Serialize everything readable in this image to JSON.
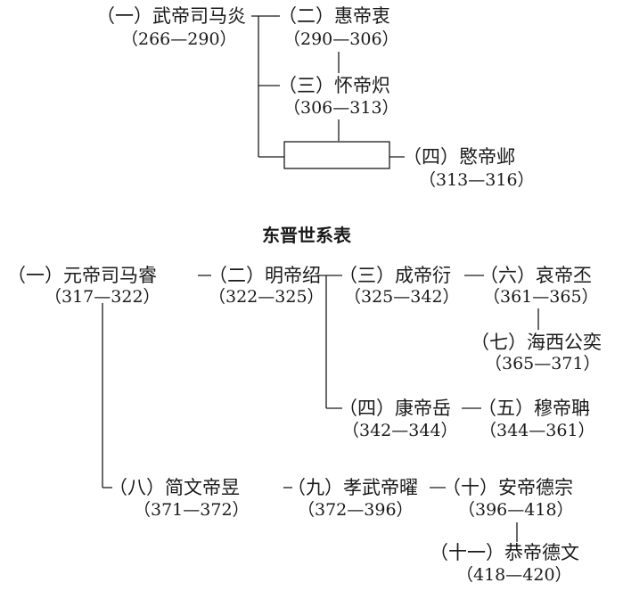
{
  "western_jin": {
    "emperors": [
      {
        "num": "（一）",
        "name": "武帝司马炎",
        "years": "（266—290）"
      },
      {
        "num": "（二）",
        "name": "惠帝衷",
        "years": "（290—306）"
      },
      {
        "num": "（三）",
        "name": "怀帝炽",
        "years": "（306—313）"
      },
      {
        "num": "（四）",
        "name": "愍帝邺",
        "years": "（313—316）"
      }
    ]
  },
  "eastern_jin": {
    "title": "东晋世系表",
    "emperors": [
      {
        "num": "（一）",
        "name": "元帝司马睿",
        "years": "（317—322）"
      },
      {
        "num": "（二）",
        "name": "明帝绍",
        "years": "（322—325）"
      },
      {
        "num": "（三）",
        "name": "成帝衍",
        "years": "（325—342）"
      },
      {
        "num": "（六）",
        "name": "哀帝丕",
        "years": "（361—365）"
      },
      {
        "num": "（七）",
        "name": "海西公奕",
        "years": "（365—371）"
      },
      {
        "num": "（四）",
        "name": "康帝岳",
        "years": "（342—344）"
      },
      {
        "num": "（五）",
        "name": "穆帝聃",
        "years": "（344—361）"
      },
      {
        "num": "（八）",
        "name": "简文帝昱",
        "years": "（371—372）"
      },
      {
        "num": "（九）",
        "name": "孝武帝曜",
        "years": "（372—396）"
      },
      {
        "num": "（十）",
        "name": "安帝德宗",
        "years": "（396—418）"
      },
      {
        "num": "（十一）",
        "name": "恭帝德文",
        "years": "（418—420）"
      }
    ]
  }
}
